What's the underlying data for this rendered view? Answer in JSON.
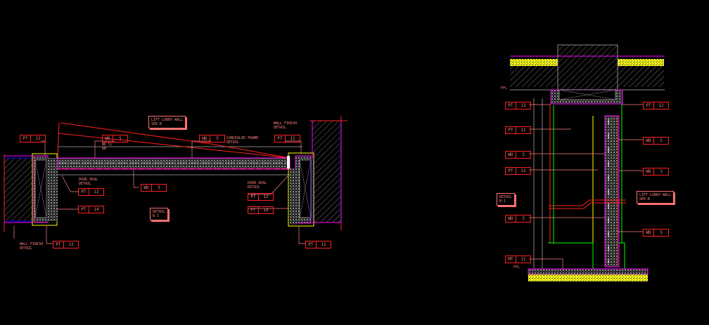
{
  "colors": {
    "background": "#000000",
    "red": "#ff2020",
    "magenta": "#ff00ff",
    "yellow": "#ffff00",
    "green": "#00ff00",
    "blue": "#0000ff",
    "grey": "#808080",
    "cyan": "#00ffff",
    "pink": "#ff8080"
  },
  "left_detail": {
    "tags": [
      {
        "code": "PT",
        "num": "13"
      },
      {
        "code": "WD",
        "num": "5"
      },
      {
        "code": "WD",
        "num": "5"
      },
      {
        "code": "PT",
        "num": "12"
      },
      {
        "code": "WD",
        "num": "5"
      },
      {
        "code": "PT",
        "num": "12"
      },
      {
        "code": "PT",
        "num": "14"
      },
      {
        "code": "PT",
        "num": "13"
      },
      {
        "code": "PT",
        "num": "12"
      },
      {
        "code": "PT",
        "num": "14"
      },
      {
        "code": "PT",
        "num": "12"
      }
    ],
    "notes": {
      "top_box": "LIFT LOBBY WALL\nSEE-B",
      "title_box": "DETAIL\nB-1",
      "concealed": "CONCEALED FRAME\nDETAIL",
      "wall_finish": "WALL FINISH\nDETAIL",
      "door_seal_l": "DOOR SEAL\nDETAIL",
      "door_seal_r": "DOOR SEAL\nDETAIL",
      "wall_finish_b": "WALL FINISH\nDETAIL",
      "wd_note": "WD 5/\nBB"
    }
  },
  "right_detail": {
    "tags": [
      {
        "code": "PT",
        "num": "13"
      },
      {
        "code": "PT",
        "num": "12"
      },
      {
        "code": "WD",
        "num": "3"
      },
      {
        "code": "PT",
        "num": "12"
      },
      {
        "code": "WD",
        "num": "3"
      },
      {
        "code": "MT",
        "num": "11"
      },
      {
        "code": "PT",
        "num": "12"
      },
      {
        "code": "WD",
        "num": "5"
      },
      {
        "code": "WD",
        "num": "3"
      },
      {
        "code": "WD",
        "num": "5"
      }
    ],
    "notes": {
      "title_box": "DETAIL\nB-1",
      "side_box": "LIFT LOBBY WALL\nSEE-B",
      "level": "FFL",
      "level_top": "FFL"
    }
  }
}
